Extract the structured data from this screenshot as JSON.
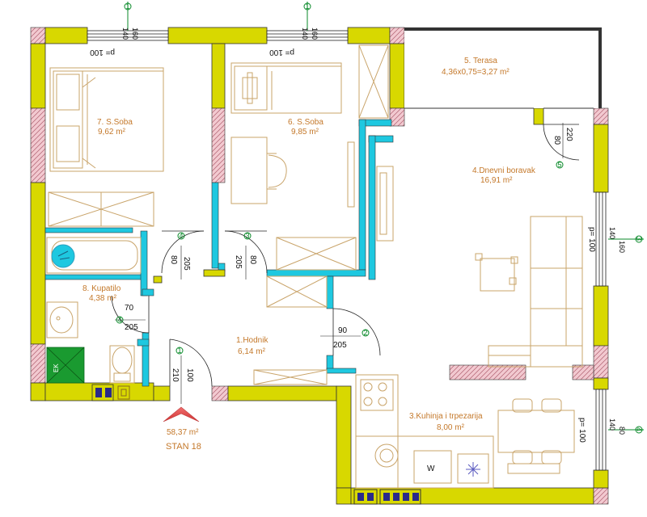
{
  "rooms": {
    "small_room_7": {
      "name": "7. S.Soba",
      "area": "9,62 m²"
    },
    "small_room_6": {
      "name": "6. S.Soba",
      "area": "9,85 m²"
    },
    "terrace": {
      "name": "5. Terasa",
      "area": "4,36x0,75=3,27 m²"
    },
    "living": {
      "name": "4.Dnevni boravak",
      "area": "16,91 m²"
    },
    "bathroom": {
      "name": "8. Kupatilo",
      "area": "4,38 m²"
    },
    "hallway": {
      "name": "1.Hodnik",
      "area": "6,14 m²"
    },
    "kitchen": {
      "name": "3.Kuhinja i trpezarija",
      "area": "8,00 m²"
    }
  },
  "apartment": {
    "total_area": "58,37 m²",
    "name": "STAN 18"
  },
  "windows": {
    "w1": {
      "width": "140",
      "height": "160",
      "sill": "p= 100"
    },
    "w2": {
      "width": "140",
      "height": "160",
      "sill": "p= 100"
    },
    "w3": {
      "width": "140",
      "height": "160",
      "sill": "p= 100"
    },
    "w4": {
      "width": "140",
      "height": "80",
      "sill": "p= 100"
    }
  },
  "doors": {
    "d_bath": {
      "width": "70",
      "height": "205",
      "mark": "4"
    },
    "d_room7": {
      "width": "80",
      "height": "205",
      "mark": "4"
    },
    "d_room6": {
      "width": "80",
      "height": "205",
      "mark": "3"
    },
    "d_entry": {
      "width": "100",
      "height": "210",
      "mark": "1"
    },
    "d_living": {
      "width": "90",
      "height": "205",
      "mark": "2"
    },
    "d_terrace": {
      "width": "80",
      "height": "220",
      "mark": "5"
    }
  },
  "fixtures": {
    "shower_label": "EK",
    "washer_label": "W"
  },
  "marker_labels": {
    "w1": "1",
    "w2": "1",
    "w3": "3",
    "w4": "4"
  }
}
